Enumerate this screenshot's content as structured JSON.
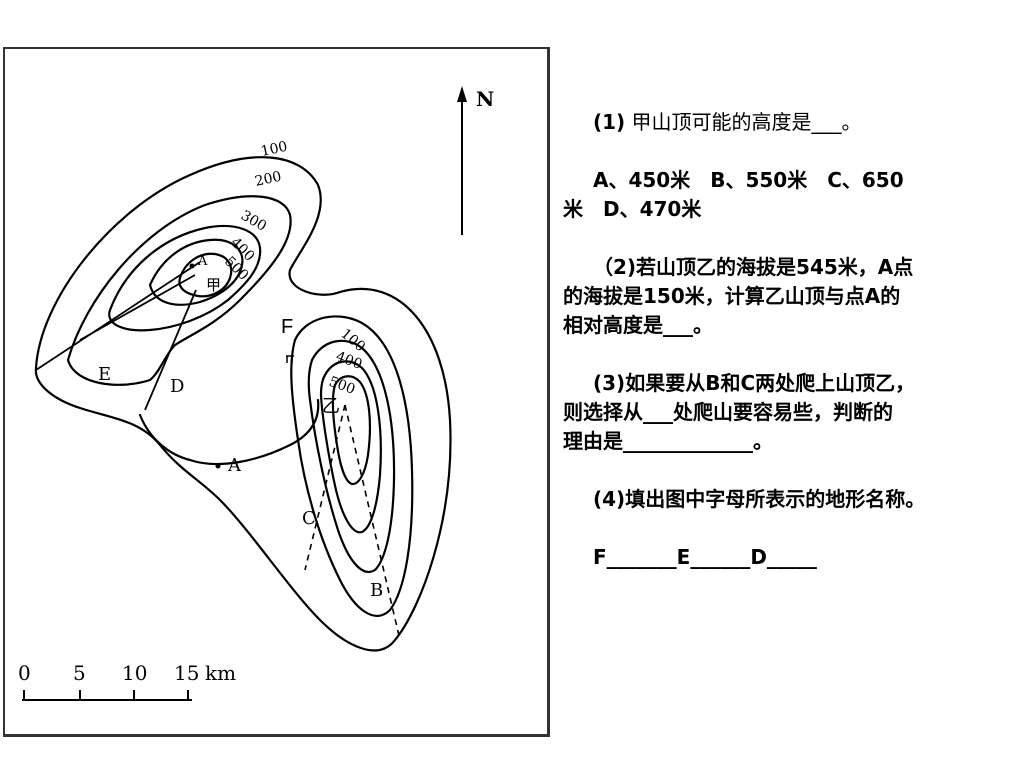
{
  "map": {
    "north_label": "N",
    "contours": {
      "outer_left": "100",
      "second_left": "200",
      "third_left": "300",
      "fourth_left": "400",
      "fifth_left": "500",
      "inner_left": "甲",
      "outer_right": "100",
      "fourth_right": "400",
      "fifth_right": "500",
      "inner_right": "乙"
    },
    "points": {
      "A_peak": "A",
      "A": "A",
      "B": "B",
      "C": "C",
      "D": "D",
      "E": "E",
      "F": "F"
    },
    "scale": {
      "ticks": [
        "0",
        "5",
        "10",
        "15"
      ],
      "unit": "km"
    }
  },
  "questions": {
    "q1_num": "(1)",
    "q1_text": " 甲山顶可能的高度是___。",
    "q1_opts_line1": "A、450米　B、550米　C、650",
    "q1_opts_line2": "米　D、470米",
    "q2_line1": "（2)若山顶乙的海拔是545米，A点",
    "q2_line2": "的海拔是150米，计算乙山顶与点A的",
    "q2_line3": "相对高度是___。",
    "q3_line1": "(3)如果要从B和C两处爬上山顶乙，",
    "q3_line2": "则选择从___处爬山要容易些，判断的",
    "q3_line3": "理由是_____________。",
    "q4_line1": "(4)填出图中字母所表示的地形名称。",
    "q4_line2": "F_______E______D_____"
  }
}
